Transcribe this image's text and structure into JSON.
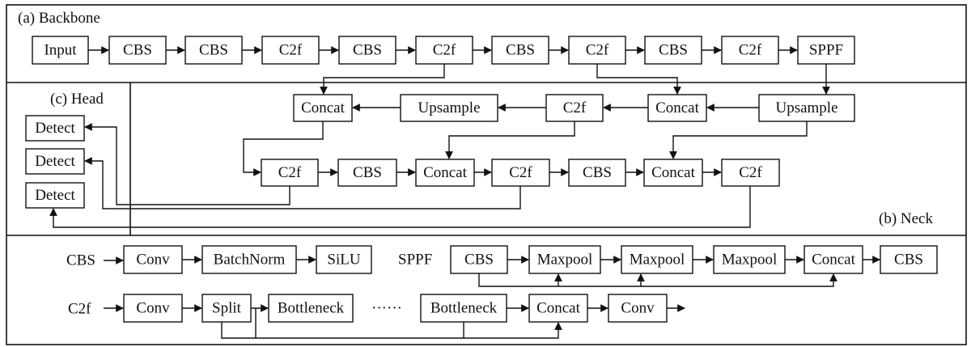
{
  "sections": {
    "backbone": "(a)  Backbone",
    "head": "(c)   Head",
    "neck": "(b)   Neck"
  },
  "backbone": [
    "Input",
    "CBS",
    "CBS",
    "C2f",
    "CBS",
    "C2f",
    "CBS",
    "C2f",
    "CBS",
    "C2f",
    "SPPF"
  ],
  "neck": {
    "row1": [
      "Concat",
      "Upsample",
      "C2f",
      "Concat",
      "Upsample"
    ],
    "row2": [
      "C2f",
      "CBS",
      "Concat",
      "C2f",
      "CBS",
      "Concat",
      "C2f"
    ]
  },
  "head": [
    "Detect",
    "Detect",
    "Detect"
  ],
  "legend": {
    "cbs_label": "CBS",
    "cbs_blocks": [
      "Conv",
      "BatchNorm",
      "SiLU"
    ],
    "sppf_label": "SPPF",
    "sppf_blocks": [
      "CBS",
      "Maxpool",
      "Maxpool",
      "Maxpool",
      "Concat",
      "CBS"
    ],
    "c2f_label": "C2f",
    "c2f_blocks": [
      "Conv",
      "Split",
      "Bottleneck",
      "Bottleneck",
      "Concat",
      "Conv"
    ],
    "ellipsis": "······"
  }
}
